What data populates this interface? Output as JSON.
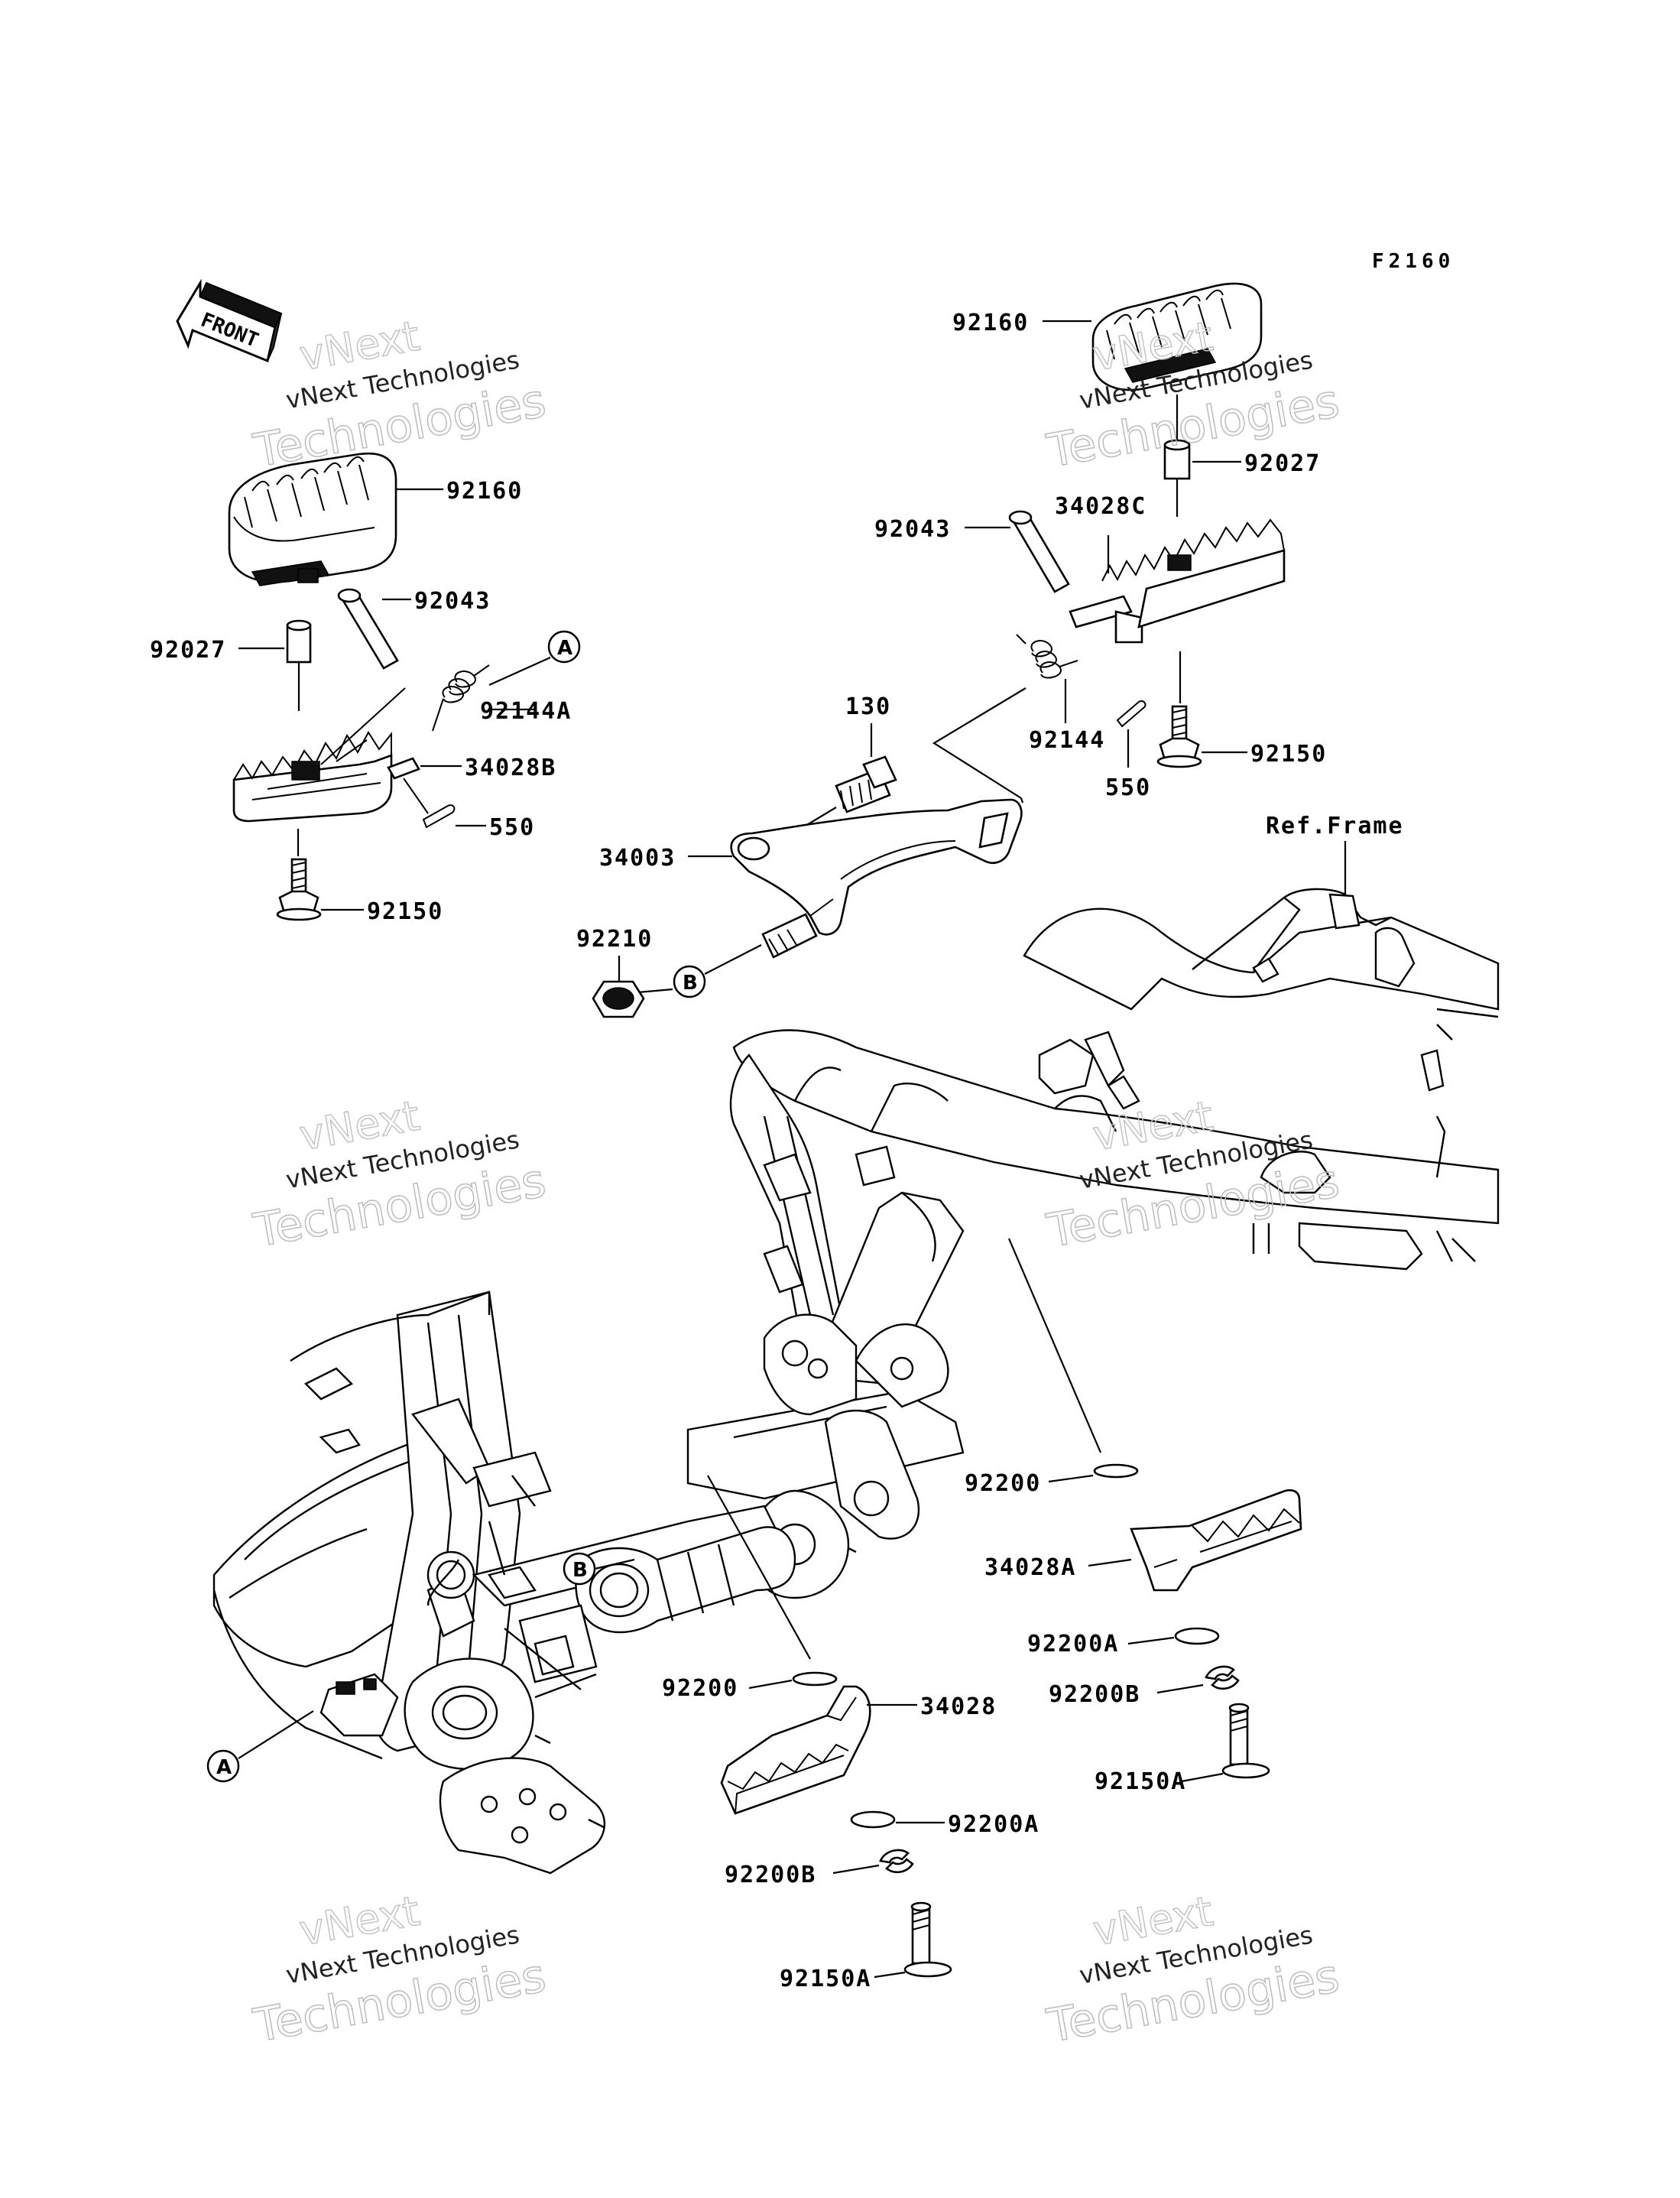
{
  "figure_code": "F2160",
  "front_marker": "FRONT",
  "ref_frame": "Ref.Frame",
  "callouts": {
    "a_top": "A",
    "a_bottom": "A",
    "b_top": "B",
    "b_bottom": "B"
  },
  "labels": {
    "l_92160": "92160",
    "l_92043": "92043",
    "l_92027": "92027",
    "l_92144A": "92144A",
    "l_34028B": "34028B",
    "l_550": "550",
    "l_92150": "92150",
    "r_92160": "92160",
    "r_92027": "92027",
    "r_92043": "92043",
    "r_34028C": "34028C",
    "r_92144": "92144",
    "r_550": "550",
    "r_92150": "92150",
    "c_130": "130",
    "c_34003": "34003",
    "c_92210": "92210",
    "b_92200_r": "92200",
    "b_34028A": "34028A",
    "b_92200A_r": "92200A",
    "b_92200B_r": "92200B",
    "b_92150A_r": "92150A",
    "b_92200_l": "92200",
    "b_34028": "34028",
    "b_92200A_l": "92200A",
    "b_92200B_l": "92200B",
    "b_92150A_l": "92150A"
  },
  "watermark": {
    "line1": "vNext",
    "line2": "vNext Technologies",
    "line3": "Technologies"
  }
}
